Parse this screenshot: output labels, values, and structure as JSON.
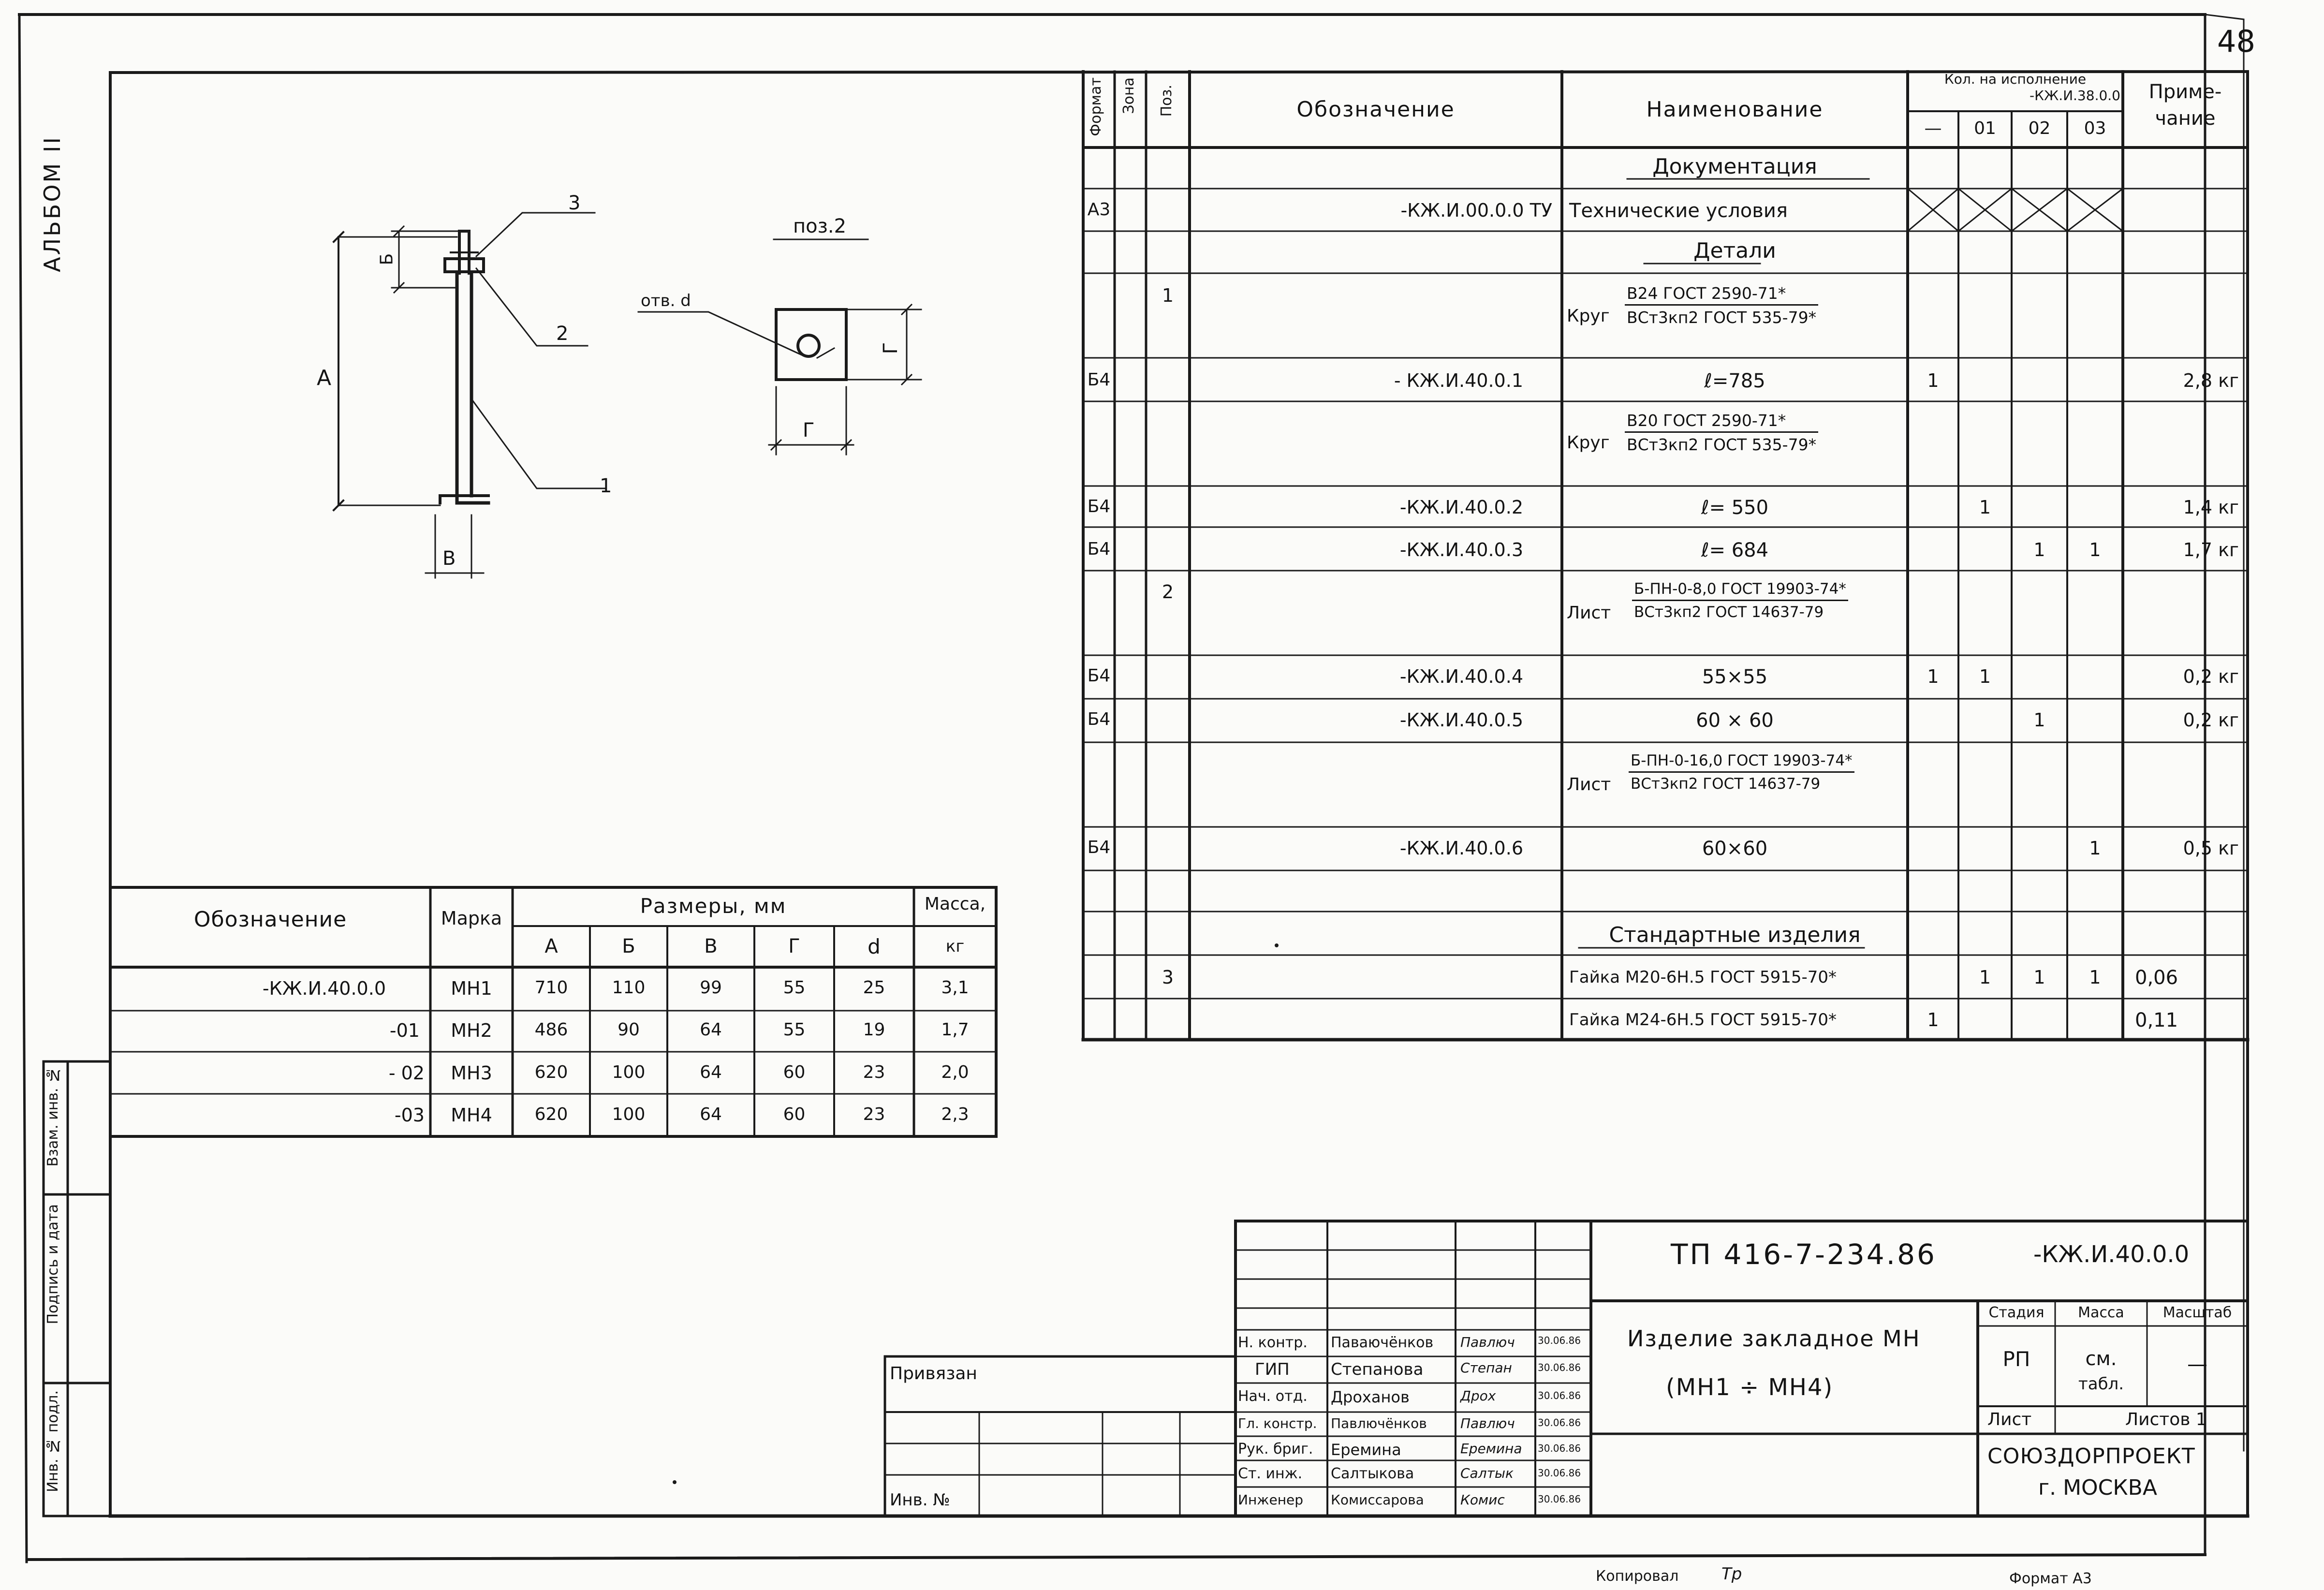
{
  "page_number": "48",
  "album_label": "АЛЬБОМ II",
  "left_stamp": {
    "inv_podl": "Инв. № подл.",
    "podpis_data": "Подпись и дата",
    "vzam_inv": "Взам. инв. №"
  },
  "spec": {
    "headers": {
      "format": "Формат",
      "zona": "Зона",
      "poz": "Поз.",
      "oboznachenie": "Обозначение",
      "naimenovanie": "Наименование",
      "kol_line1": "Кол. на исполнение",
      "kol_line2": "-КЖ.И.38.0.0",
      "kol_cols": [
        "—",
        "01",
        "02",
        "03"
      ],
      "primechanie_line1": "Приме-",
      "primechanie_line2": "чание"
    },
    "sections": {
      "documentation": "Документация",
      "details": "Детали",
      "standard": "Стандартные изделия"
    },
    "rows": {
      "doc": {
        "format": "А3",
        "oboznachenie": "-КЖ.И.00.0.0 ТУ",
        "naimenovanie": "Технические условия"
      },
      "krug1": {
        "poz": "1",
        "prefix": "Круг",
        "num": "В24 ГОСТ 2590-71*",
        "den": "ВСт3кп2 ГОСТ 535-79*"
      },
      "r1": {
        "format": "Б4",
        "oboznachenie": "- КЖ.И.40.0.1",
        "naimenovanie": "ℓ=785",
        "q0": "1",
        "q1": "",
        "q2": "",
        "q3": "",
        "prim": "2,8 кг"
      },
      "krug2": {
        "prefix": "Круг",
        "num": "В20 ГОСТ 2590-71*",
        "den": "ВСт3кп2 ГОСТ 535-79*"
      },
      "r2": {
        "format": "Б4",
        "oboznachenie": "-КЖ.И.40.0.2",
        "naimenovanie": "ℓ= 550",
        "q0": "",
        "q1": "1",
        "q2": "",
        "q3": "",
        "prim": "1,4 кг"
      },
      "r3": {
        "format": "Б4",
        "oboznachenie": "-КЖ.И.40.0.3",
        "naimenovanie": "ℓ= 684",
        "q0": "",
        "q1": "",
        "q2": "1",
        "q3": "1",
        "prim": "1,7 кг"
      },
      "list1": {
        "poz": "2",
        "prefix": "Лист",
        "num": "Б-ПН-0-8,0 ГОСТ 19903-74*",
        "den": "ВСт3кп2 ГОСТ 14637-79"
      },
      "r4": {
        "format": "Б4",
        "oboznachenie": "-КЖ.И.40.0.4",
        "naimenovanie": "55×55",
        "q0": "1",
        "q1": "1",
        "q2": "",
        "q3": "",
        "prim": "0,2 кг"
      },
      "r5": {
        "format": "Б4",
        "oboznachenie": "-КЖ.И.40.0.5",
        "naimenovanie": "60 × 60",
        "q0": "",
        "q1": "",
        "q2": "1",
        "q3": "",
        "prim": "0,2 кг"
      },
      "list2": {
        "prefix": "Лист",
        "num": "Б-ПН-0-16,0 ГОСТ 19903-74*",
        "den": "ВСт3кп2 ГОСТ 14637-79"
      },
      "r6": {
        "format": "Б4",
        "oboznachenie": "-КЖ.И.40.0.6",
        "naimenovanie": "60×60",
        "q0": "",
        "q1": "",
        "q2": "",
        "q3": "1",
        "prim": "0,5 кг"
      },
      "nut1": {
        "poz": "3",
        "naimenovanie": "Гайка М20-6Н.5 ГОСТ 5915-70*",
        "q0": "",
        "q1": "1",
        "q2": "1",
        "q3": "1",
        "prim": "0,06"
      },
      "nut2": {
        "naimenovanie": "Гайка М24-6Н.5 ГОСТ 5915-70*",
        "q0": "1",
        "q1": "",
        "q2": "",
        "q3": "",
        "prim": "0,11"
      }
    }
  },
  "drawing": {
    "label_A": "А",
    "label_B": "Б",
    "label_V": "В",
    "label_G1": "Г",
    "label_G2": "Г",
    "callout_1": "1",
    "callout_2": "2",
    "callout_3": "3",
    "poz2_label": "поз.2",
    "otv_label": "отв. d"
  },
  "sizes": {
    "headers": {
      "oboznachenie": "Обозначение",
      "marka": "Марка",
      "razmery": "Размеры, мм",
      "massa": "Масса,",
      "massa_unit": "кг",
      "cols": [
        "А",
        "Б",
        "В",
        "Г",
        "d"
      ]
    },
    "rows": [
      {
        "oboznachenie": "-КЖ.И.40.0.0",
        "marka": "МН1",
        "A": "710",
        "B": "110",
        "V": "99",
        "G": "55",
        "d": "25",
        "mass": "3,1"
      },
      {
        "oboznachenie": "-01",
        "marka": "МН2",
        "A": "486",
        "B": "90",
        "V": "64",
        "G": "55",
        "d": "19",
        "mass": "1,7"
      },
      {
        "oboznachenie": "- 02",
        "marka": "МН3",
        "A": "620",
        "B": "100",
        "V": "64",
        "G": "60",
        "d": "23",
        "mass": "2,0"
      },
      {
        "oboznachenie": "-03",
        "marka": "МН4",
        "A": "620",
        "B": "100",
        "V": "64",
        "G": "60",
        "d": "23",
        "mass": "2,3"
      }
    ]
  },
  "privyazan": {
    "label": "Привязан",
    "inv_label": "Инв. №"
  },
  "title_block": {
    "doc_number": "ТП 416-7-234.86",
    "doc_code": "-КЖ.И.40.0.0",
    "name_line1": "Изделие закладное МН",
    "name_line2": "(МН1 ÷ МН4)",
    "stadiya_label": "Стадия",
    "massa_label": "Масса",
    "masshtab_label": "Масштаб",
    "stadiya": "РП",
    "massa_line1": "см.",
    "massa_line2": "табл.",
    "masshtab": "—",
    "list_label": "Лист",
    "listov_label": "Листов 1",
    "org_line1": "СОЮЗДОРПРОЕКТ",
    "org_line2": "г. МОСКВА",
    "signatures": [
      {
        "role": "Н. контр.",
        "name": "Паваючёнков",
        "sign": "Павлюч",
        "date": "30.06.86"
      },
      {
        "role": "ГИП",
        "name": "Степанова",
        "sign": "Степан",
        "date": "30.06.86"
      },
      {
        "role": "Нач. отд.",
        "name": "Дроханов",
        "sign": "Дрох",
        "date": "30.06.86"
      },
      {
        "role": "Гл. констр.",
        "name": "Павлючёнков",
        "sign": "Павлюч",
        "date": "30.06.86"
      },
      {
        "role": "Рук. бриг.",
        "name": "Еремина",
        "sign": "Еремина",
        "date": "30.06.86"
      },
      {
        "role": "Ст. инж.",
        "name": "Салтыкова",
        "sign": "Салтык",
        "date": "30.06.86"
      },
      {
        "role": "Инженер",
        "name": "Комиссарова",
        "sign": "Комис",
        "date": "30.06.86"
      }
    ]
  },
  "footer": {
    "kopiroval": "Копировал",
    "kopiroval_sign": "Тр",
    "format": "Формат А3"
  }
}
